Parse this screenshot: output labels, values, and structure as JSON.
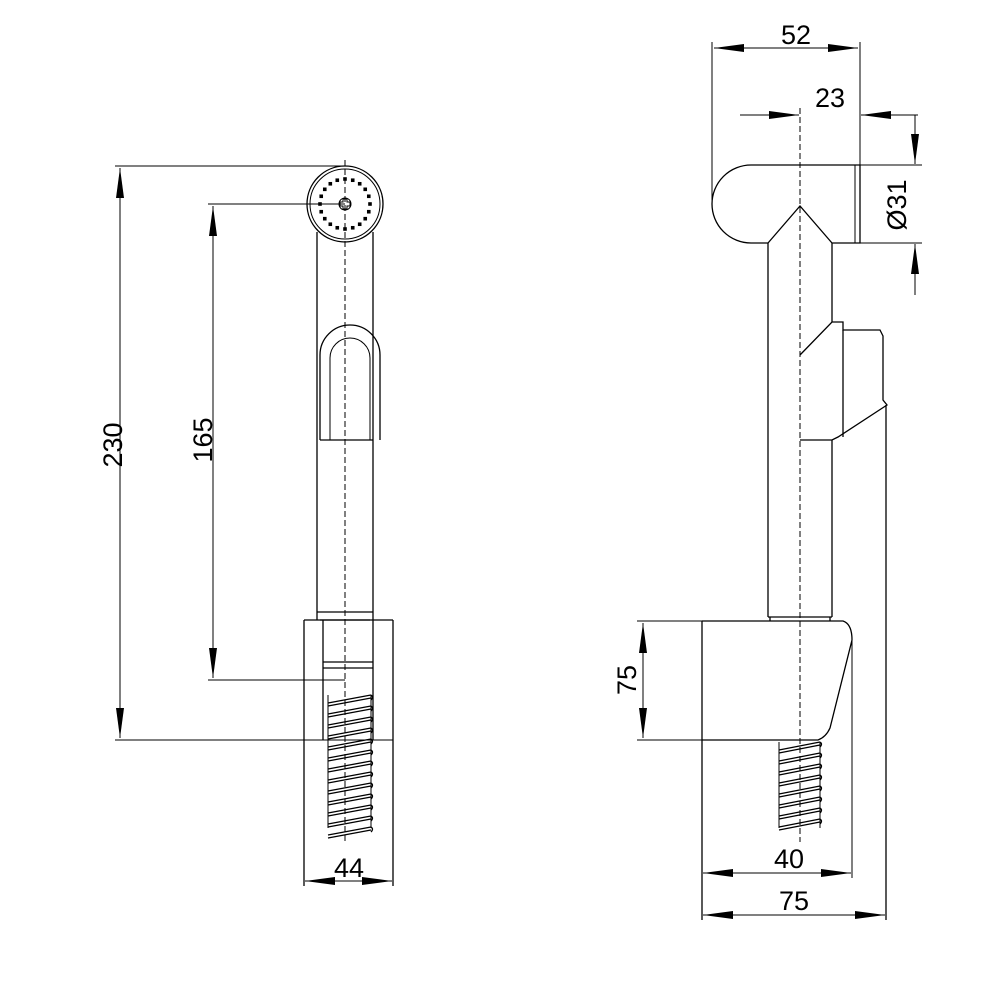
{
  "drawing": {
    "front_view": {
      "dim_total_height": "230",
      "dim_head_to_holder": "165",
      "dim_holder_width": "44"
    },
    "side_view": {
      "dim_head_length": "52",
      "dim_head_offset": "23",
      "dim_head_diameter": "Ø31",
      "dim_holder_height": "75",
      "dim_holder_depth": "40",
      "dim_wall_depth": "75"
    }
  }
}
